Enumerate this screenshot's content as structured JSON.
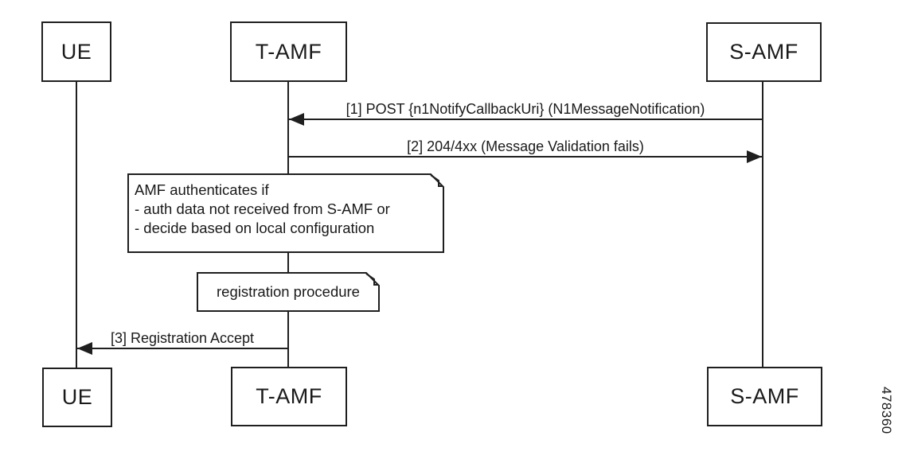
{
  "diagram": {
    "type": "sequence-diagram",
    "figure_number": "478360",
    "colors": {
      "line": "#1f1f1f",
      "text": "#1a1a1a",
      "background": "#ffffff"
    },
    "actors": [
      {
        "id": "ue",
        "label": "UE"
      },
      {
        "id": "tamf",
        "label": "T-AMF"
      },
      {
        "id": "samf",
        "label": "S-AMF"
      }
    ],
    "messages": [
      {
        "seq": "[1]",
        "from": "S-AMF",
        "to": "T-AMF",
        "direction": "left",
        "label": "[1] POST {n1NotifyCallbackUri} (N1MessageNotification)"
      },
      {
        "seq": "[2]",
        "from": "T-AMF",
        "to": "S-AMF",
        "direction": "right",
        "label": "[2] 204/4xx (Message Validation fails)"
      },
      {
        "seq": "[3]",
        "from": "T-AMF",
        "to": "UE",
        "direction": "left",
        "label": "[3] Registration Accept"
      }
    ],
    "notes": [
      {
        "id": "authentication-note",
        "lines": [
          "AMF authenticates if",
          " - auth data not received from S-AMF or",
          " - decide based on local configuration"
        ]
      },
      {
        "id": "registration-note",
        "lines": [
          "registration procedure"
        ]
      }
    ]
  }
}
